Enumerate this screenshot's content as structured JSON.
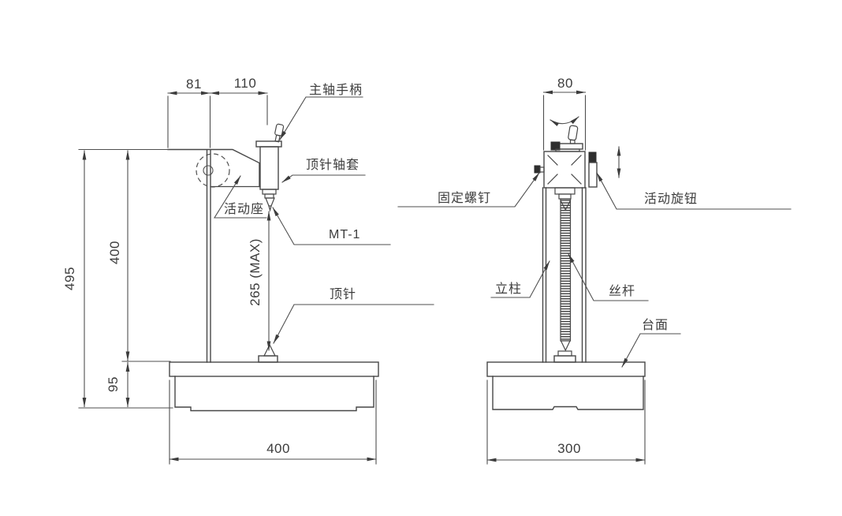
{
  "drawing": {
    "type": "engineering-drawing",
    "description_views": [
      "front_view",
      "side_view"
    ],
    "colors": {
      "background": "#ffffff",
      "line": "#474747",
      "text": "#3c3c3c",
      "solid_fill": "#2e2e2e"
    },
    "dims": {
      "front_offset": "81",
      "front_reach": "110",
      "front_total_height": "495",
      "front_upper_height": "400",
      "front_base_height": "95",
      "front_stroke": "265 (MAX)",
      "front_base_width": "400",
      "side_head_width": "80",
      "side_base_depth": "300"
    },
    "labels": {
      "spindle_handle": "主轴手柄",
      "pin_sleeve": "顶针轴套",
      "movable_seat": "活动座",
      "taper": "MT-1",
      "ejector_pin": "顶针",
      "fixing_screw": "固定螺钉",
      "movable_knob": "活动旋钮",
      "column": "立柱",
      "lead_screw": "丝杆",
      "table_top": "台面"
    }
  }
}
